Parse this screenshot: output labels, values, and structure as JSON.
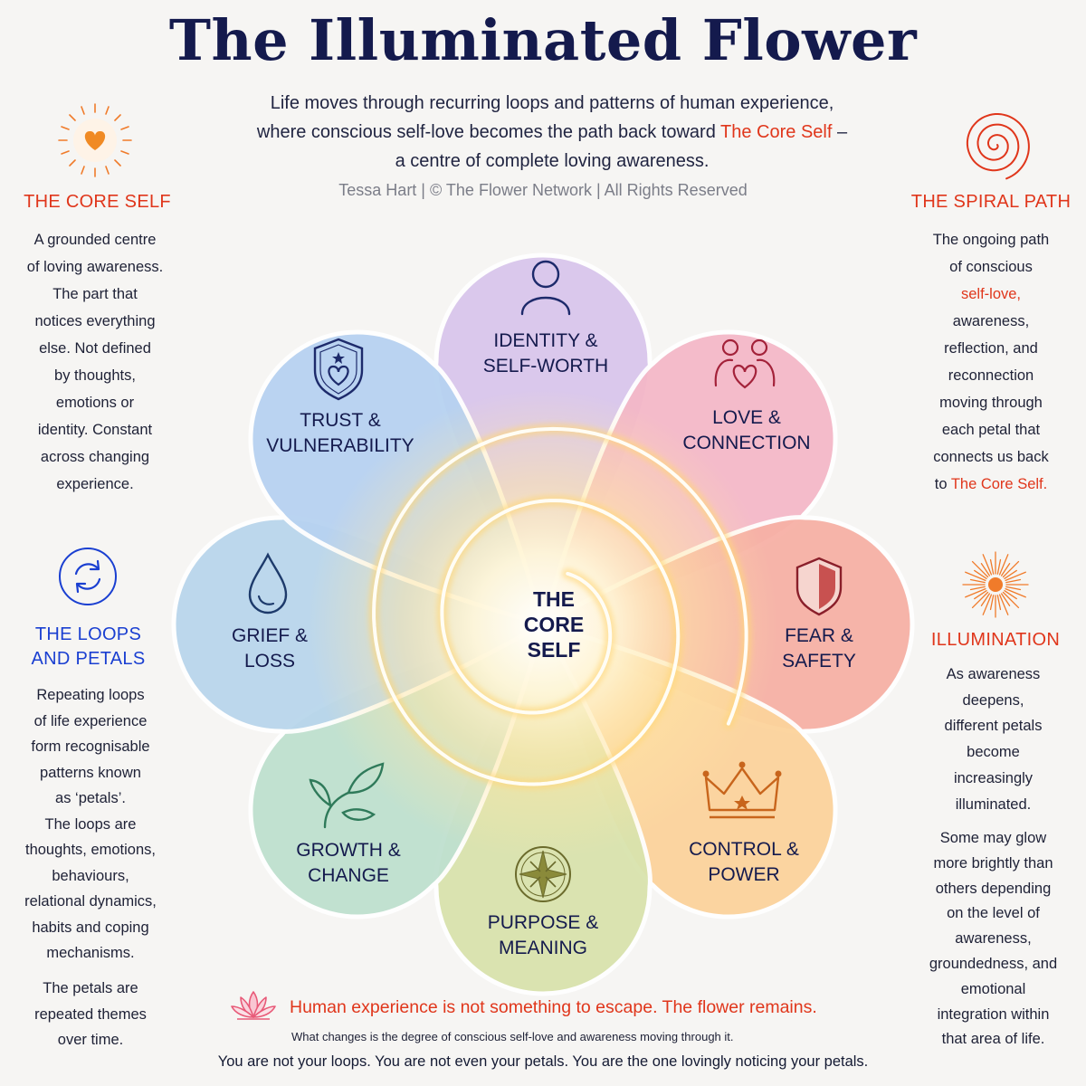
{
  "title": "The Illuminated Flower",
  "intro": {
    "line1": "Life moves through recurring loops and patterns of human experience,",
    "line2_a": "where conscious self-love becomes the path back toward ",
    "line2_hl": "The Core Self",
    "line2_b": " –",
    "line3": "a centre of complete loving awareness."
  },
  "credit": "Tessa Hart | © The Flower Network | All Rights Reserved",
  "left_panel": {
    "core_self": {
      "heading": "THE CORE SELF",
      "icon": "heart-sun-icon",
      "lines": [
        "A grounded centre",
        "of loving awareness.",
        "The part that",
        "notices everything",
        "else. Not defined",
        "by thoughts,",
        "emotions or",
        "identity. Constant",
        "across changing",
        "experience."
      ]
    },
    "loops": {
      "heading_1": "THE LOOPS",
      "heading_2": "AND PETALS",
      "icon": "cycle-arrows-icon",
      "lines": [
        "Repeating loops",
        "of life experience",
        "form recognisable",
        "patterns known",
        "as ‘petals’.",
        "The loops are",
        "thoughts, emotions,",
        "behaviours,",
        "relational dynamics,",
        "habits and coping",
        "mechanisms."
      ],
      "lines_2": [
        "The petals are",
        "repeated themes",
        "over time."
      ]
    }
  },
  "right_panel": {
    "spiral": {
      "heading": "THE SPIRAL PATH",
      "icon": "spiral-icon",
      "line1": "The ongoing path",
      "line2": "of conscious",
      "line3": "self-love,",
      "line4": "awareness,",
      "line5": "reflection, and",
      "line6": "reconnection",
      "line7": "moving through",
      "line8": "each petal that",
      "line9": "connects us back",
      "line10_a": "to ",
      "line10_hl": "The Core Self."
    },
    "illumination": {
      "heading": "ILLUMINATION",
      "icon": "radiant-sun-icon",
      "lines": [
        "As awareness",
        "deepens,",
        "different petals",
        "become",
        "increasingly",
        "illuminated."
      ],
      "lines_2": [
        "Some may glow",
        "more brightly than",
        "others depending",
        "on the level of",
        "awareness,",
        "groundedness, and",
        "emotional",
        "integration within",
        "that area of life."
      ]
    }
  },
  "center": {
    "line1": "THE",
    "line2": "CORE",
    "line3": "SELF"
  },
  "petals": [
    {
      "id": "identity",
      "line1": "IDENTITY &",
      "line2": "SELF-WORTH",
      "icon": "person-icon",
      "color": "#d9c6ec"
    },
    {
      "id": "love",
      "line1": "LOVE &",
      "line2": "CONNECTION",
      "icon": "couple-heart-icon",
      "color": "#f4b8c8"
    },
    {
      "id": "fear",
      "line1": "FEAR &",
      "line2": "SAFETY",
      "icon": "shield-icon",
      "color": "#f7b1a6"
    },
    {
      "id": "control",
      "line1": "CONTROL &",
      "line2": "POWER",
      "icon": "crown-icon",
      "color": "#fcd39c"
    },
    {
      "id": "purpose",
      "line1": "PURPOSE &",
      "line2": "MEANING",
      "icon": "compass-star-icon",
      "color": "#d9e3ad"
    },
    {
      "id": "growth",
      "line1": "GROWTH &",
      "line2": "CHANGE",
      "icon": "sprout-icon",
      "color": "#bfe0cf"
    },
    {
      "id": "grief",
      "line1": "GRIEF &",
      "line2": "LOSS",
      "icon": "water-drop-icon",
      "color": "#b9d6ec"
    },
    {
      "id": "trust",
      "line1": "TRUST &",
      "line2": "VULNERABILITY",
      "icon": "shield-heart-icon",
      "color": "#b7d2f1"
    }
  ],
  "bottom": {
    "icon": "lotus-icon",
    "headline": "Human experience is not something to escape. The flower remains.",
    "sub": "What changes is the degree of conscious self-love and awareness moving through it.",
    "final": "You are not your loops. You are not even your petals. You are the one lovingly noticing your petals."
  }
}
